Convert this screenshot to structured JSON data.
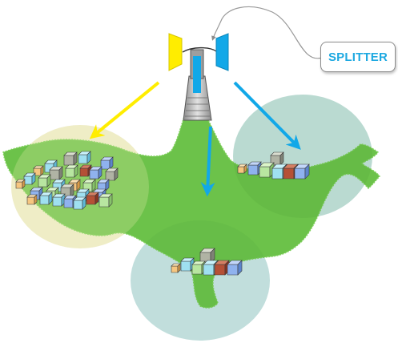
{
  "labels": {
    "splitter": "SPLITTER"
  },
  "colors": {
    "land": "#6cc24a",
    "land_dark": "#5aa33a",
    "yellow": "#ffed00",
    "blue": "#12a8e8",
    "zone_left": "#ece9c4",
    "zone_blue": "#cde6f2",
    "splitter_text": "#1ea9e1",
    "cable": "#9a9a9a"
  },
  "elements": {
    "beams": [
      "yellow-arrow",
      "blue-arrow-center",
      "blue-arrow-right"
    ],
    "coverage_zones": [
      "left-zone",
      "bottom-zone",
      "right-zone"
    ],
    "building_clusters": [
      "left-city-buildings",
      "bottom-town-buildings",
      "right-town-buildings"
    ]
  }
}
